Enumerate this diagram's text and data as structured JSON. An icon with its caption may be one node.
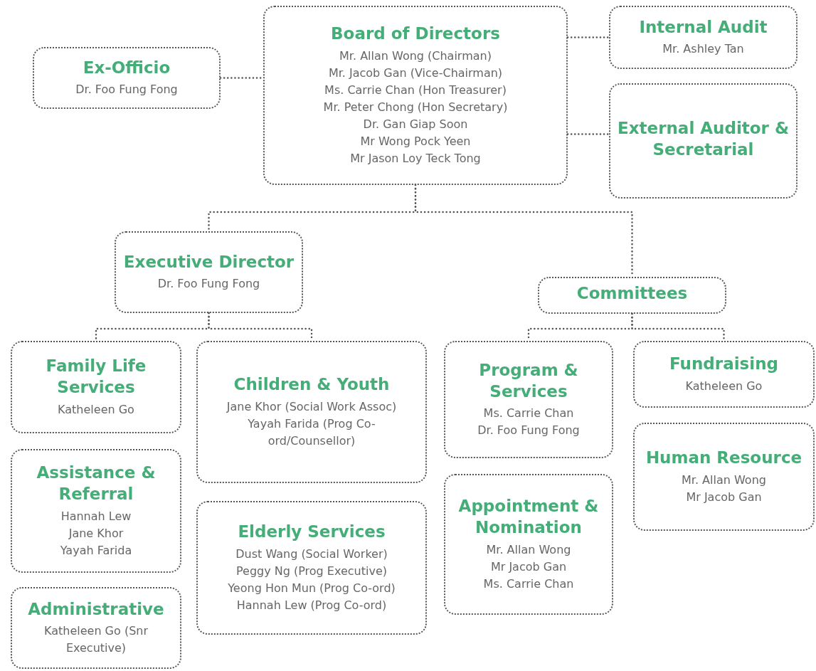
{
  "diagram": {
    "nodes": [
      {
        "text": [
          "Board of Directors",
          "Mr. Allan Wong (Chairman)",
          "Mr. Jacob Gan (Vice-Chairman)",
          "Ms. Carrie Chan (Hon Treasurer)",
          "Mr. Peter Chong (Hon Secretary)",
          "Dr. Gan Giap Soon",
          "Mr Wong Pock Yeen",
          "Mr Jason Loy Teck Tong"
        ]
      },
      {
        "text": [
          "Ex-Officio",
          "Dr. Foo Fung Fong"
        ]
      },
      {
        "text": [
          "Internal Audit",
          "Mr. Ashley Tan"
        ]
      },
      {
        "text": [
          "External Auditor & Secretarial"
        ]
      },
      {
        "text": [
          "Executive Director",
          "Dr. Foo Fung Fong"
        ]
      },
      {
        "text": [
          "Committees"
        ]
      },
      {
        "text": [
          "Family Life Services",
          "Katheleen Go"
        ]
      },
      {
        "text": [
          "Children & Youth",
          "Jane Khor (Social Work Assoc)",
          "Yayah Farida (Prog Co-ord/Counsellor)"
        ]
      },
      {
        "text": [
          "Assistance & Referral",
          "Hannah Lew",
          "Jane Khor",
          "Yayah Farida"
        ]
      },
      {
        "text": [
          "Elderly Services",
          "Dust Wang (Social Worker)",
          "Peggy Ng (Prog Executive)",
          "Yeong Hon Mun (Prog Co-ord)",
          "Hannah Lew (Prog Co-ord)"
        ]
      },
      {
        "text": [
          "Administrative",
          "Katheleen Go (Snr Executive)"
        ]
      },
      {
        "text": [
          "Program & Services",
          "Ms. Carrie Chan",
          "Dr. Foo Fung Fong"
        ]
      },
      {
        "text": [
          "Fundraising",
          "Katheleen Go"
        ]
      },
      {
        "text": [
          "Appointment & Nomination",
          "Mr. Allan Wong",
          "Mr Jacob Gan",
          "Ms. Carrie Chan"
        ]
      },
      {
        "text": [
          "Human Resource",
          "Mr. Allan Wong",
          "Mr Jacob Gan"
        ]
      }
    ],
    "edges": [
      {
        "from": 1,
        "to": 0,
        "arrow": "none"
      },
      {
        "from": 0,
        "to": 2,
        "arrow": "none"
      },
      {
        "from": 0,
        "to": 3,
        "arrow": "none"
      },
      {
        "from": 0,
        "to": 4,
        "arrow": "none"
      },
      {
        "from": 0,
        "to": 5,
        "arrow": "none"
      },
      {
        "from": 4,
        "to": 6,
        "arrow": "none"
      },
      {
        "from": 4,
        "to": 7,
        "arrow": "none"
      },
      {
        "from": 5,
        "to": 11,
        "arrow": "none"
      },
      {
        "from": 5,
        "to": 12,
        "arrow": "none"
      }
    ]
  }
}
